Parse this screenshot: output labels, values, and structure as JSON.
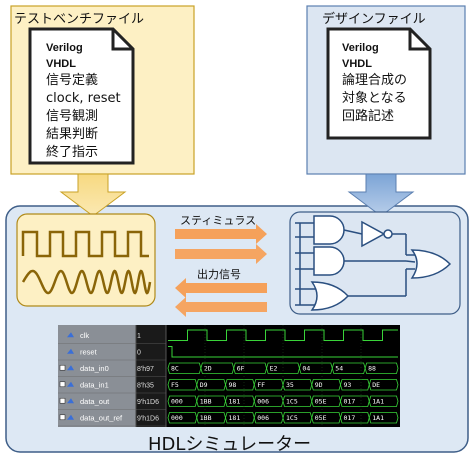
{
  "testbench": {
    "title": "テストベンチファイル",
    "doc_lines": [
      "Verilog",
      "VHDL",
      "信号定義",
      "clock, reset",
      "信号観測",
      "結果判断",
      "終了指示"
    ]
  },
  "design": {
    "title": "デザインファイル",
    "doc_lines": [
      "Verilog",
      "VHDL",
      "論理合成の",
      "対象となる",
      "回路記述"
    ]
  },
  "arrows": {
    "stimulus": "スティミュラス",
    "output": "出力信号"
  },
  "simulator": {
    "title": "HDLシミュレーター"
  },
  "waveform": {
    "signals": [
      {
        "name": "clk",
        "value": "1",
        "expandable": false,
        "segments": []
      },
      {
        "name": "reset",
        "value": "0",
        "expandable": false,
        "segments": []
      },
      {
        "name": "data_in0",
        "value": "8'h97",
        "expandable": true,
        "segments": [
          "8C",
          "2D",
          "6F",
          "E2",
          "04",
          "54",
          "88"
        ]
      },
      {
        "name": "data_in1",
        "value": "8'h35",
        "expandable": true,
        "segments": [
          "F5",
          "D9",
          "98",
          "FF",
          "35",
          "9D",
          "93",
          "DE"
        ]
      },
      {
        "name": "data_out",
        "value": "9'h1D6",
        "expandable": true,
        "segments": [
          "000",
          "1BB",
          "181",
          "006",
          "1C5",
          "05E",
          "017",
          "1A1"
        ]
      },
      {
        "name": "data_out_ref",
        "value": "9'h1D6",
        "expandable": true,
        "segments": [
          "000",
          "1BB",
          "181",
          "006",
          "1C5",
          "05E",
          "017",
          "1A1"
        ]
      }
    ]
  },
  "colors": {
    "testbench_bg": "#fdf0c4",
    "testbench_border": "#c9a227",
    "design_bg": "#dce6f2",
    "design_border": "#5b7fb0",
    "simulator_bg": "#dde8f4",
    "simulator_border": "#3e5e88",
    "arrow_orange": "#f5a15a",
    "waveform_bg": "#000000",
    "wave_green": "#39d439"
  }
}
